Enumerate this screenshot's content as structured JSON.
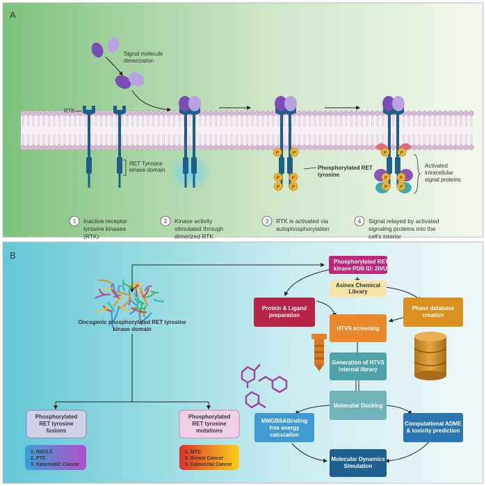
{
  "panelA": {
    "label": "A",
    "rtk_label": "RTK",
    "signal_label": [
      "Signal molecule",
      "dimerization"
    ],
    "domain_label": [
      "RET Tyrosine",
      "kinase domain"
    ],
    "phospho_label": [
      "Phosphorylated RET",
      "tyrosine"
    ],
    "activated_label": [
      "Activated",
      "intracellular",
      "signal proteins"
    ],
    "phospho_mark": "P",
    "steps": [
      {
        "num": "1",
        "lines": [
          "Inactive receptor",
          "tyrosine kinases",
          "(RTK)"
        ]
      },
      {
        "num": "2",
        "lines": [
          "Kinase activity",
          "stimulated through",
          "dimerized RTK"
        ]
      },
      {
        "num": "3",
        "lines": [
          "RTK is activated via",
          "autophosphorylation"
        ]
      },
      {
        "num": "4",
        "lines": [
          "Signal relayed by activated",
          "signaling proteins into the",
          "cell's interior"
        ]
      }
    ]
  },
  "panelB": {
    "label": "B",
    "oncogenic_label": [
      "Oncogenic phosphorylated RET tyrosine",
      "kinase domain"
    ],
    "pdb_box": [
      "Phosphorylated RET",
      "kinase PDB ID: 2IVU"
    ],
    "plus": "+",
    "asinex_box": [
      "Asinex Chemical",
      "Library"
    ],
    "ligand_box": [
      "Protein & Ligand",
      "preparation"
    ],
    "phase_box": [
      "Phase database",
      "creation"
    ],
    "htvs_box": "HTVS screening",
    "genlib_box": [
      "Generation of HTVS",
      "internal library"
    ],
    "docking_box": "Molecular Docking",
    "mmgbsa_box": [
      "MMGBSABinding",
      "free energy",
      "calculation"
    ],
    "adme_box": [
      "Computational ADME",
      "& toxicity prediction"
    ],
    "md_box": [
      "Molecular Dynamics",
      "Simulation"
    ],
    "fusions_title": [
      "Phosphorylated",
      "RET  tyrosine",
      "fusions"
    ],
    "fusions_list": [
      "1.  NSCLC",
      "2.  PTC",
      "3.  PancreatiC Cancer"
    ],
    "mutations_title": [
      "Phosphorylated",
      "RET  tyrosine",
      "mutations"
    ],
    "mutations_list": [
      "1.  MTC",
      "2.  Breast Cancer",
      "3.  Colorectal Cancer"
    ]
  },
  "colors": {
    "receptor": "#1f5f85",
    "ligand_dark": "#7a4fb5",
    "ligand_light": "#b9a0e0",
    "phospho": "#f0b429",
    "pdb_box": "#c0267c",
    "asinex_box": "#f7e3a6",
    "ligand_box": "#b8234a",
    "phase_box": "#d9901f",
    "htvs_box": "#e88a2c",
    "teal_box": "#4fa3a8",
    "mmgbsa_box": "#3f9bd1",
    "adme_box": "#2a76b0",
    "md_box": "#1d5f8f"
  }
}
